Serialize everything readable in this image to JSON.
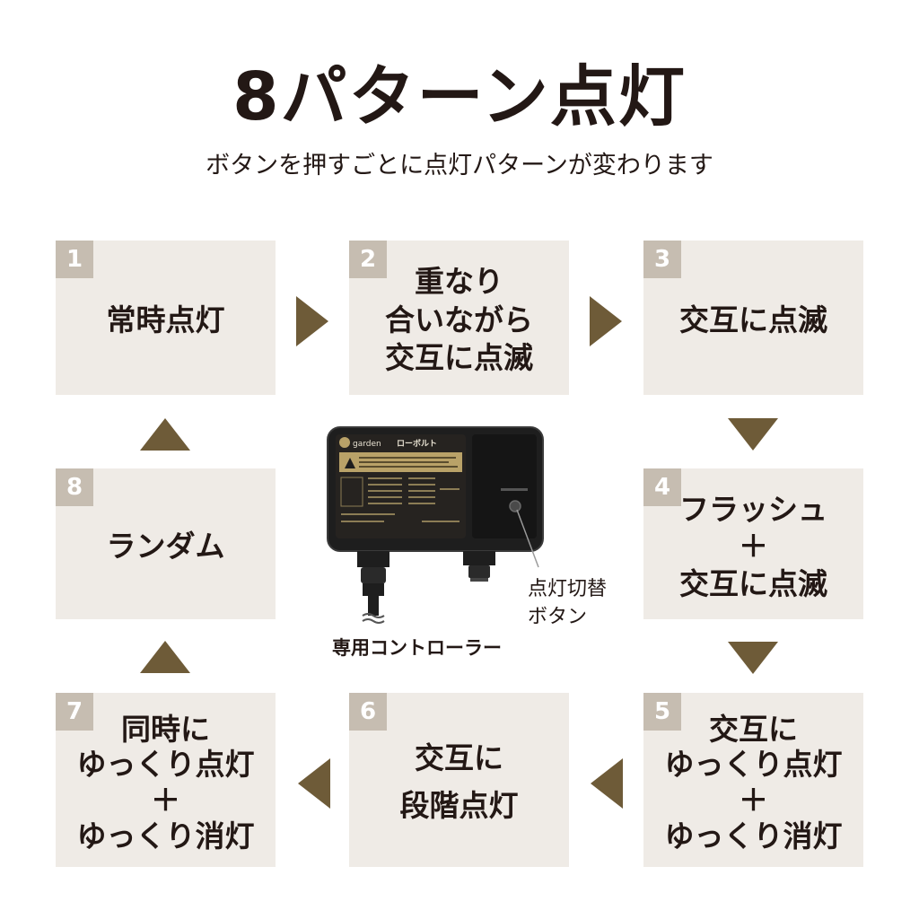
{
  "title": "8パターン点灯",
  "subtitle": "ボタンを押すごとに点灯パターンが変わります",
  "patterns": [
    {
      "num": "1",
      "lines": [
        "常時点灯"
      ]
    },
    {
      "num": "2",
      "lines": [
        "重なり",
        "合いながら",
        "交互に点滅"
      ]
    },
    {
      "num": "3",
      "lines": [
        "交互に点滅"
      ]
    },
    {
      "num": "4",
      "lines": [
        "フラッシュ",
        "＋",
        "交互に点滅"
      ]
    },
    {
      "num": "5",
      "lines": [
        "交互に",
        "ゆっくり点灯",
        "＋",
        "ゆっくり消灯"
      ]
    },
    {
      "num": "6",
      "lines": [
        "交互に",
        "段階点灯"
      ]
    },
    {
      "num": "7",
      "lines": [
        "同時に",
        "ゆっくり点灯",
        "＋",
        "ゆっくり消灯"
      ]
    },
    {
      "num": "8",
      "lines": [
        "ランダム"
      ]
    }
  ],
  "device": {
    "brand_logo": "garden",
    "brand_name": "ローボルト",
    "caption": "専用コントローラー",
    "button_callout": [
      "点灯切替",
      "ボタン"
    ]
  },
  "colors": {
    "card_bg": "#efebe6",
    "badge_bg": "#c6bdb1",
    "arrow": "#6e5b38",
    "text": "#231815"
  }
}
